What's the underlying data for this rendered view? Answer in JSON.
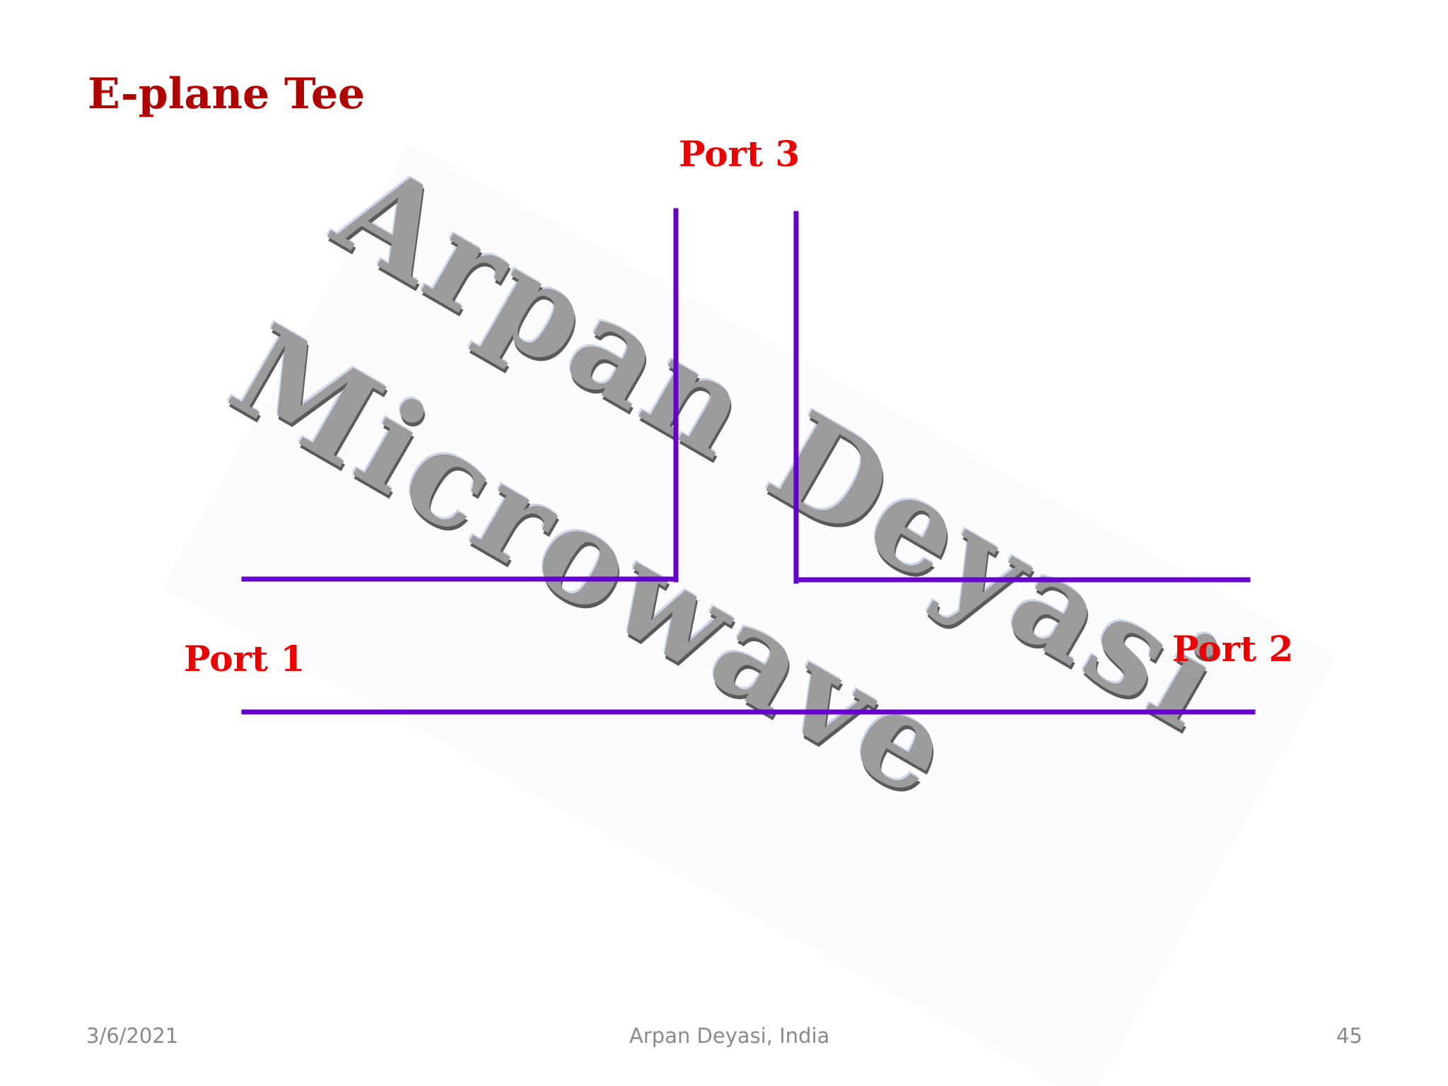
{
  "slide": {
    "title": "E-plane Tee",
    "watermark": {
      "line1": "Arpan Deyasi",
      "line2": "Microwave"
    },
    "diagram": {
      "ports": [
        {
          "label": "Port 3"
        },
        {
          "label": "Port 1"
        },
        {
          "label": "Port 2"
        }
      ],
      "line_color": "#6600cc"
    },
    "footer": {
      "date": "3/6/2021",
      "author": "Arpan Deyasi, India",
      "page_number": "45"
    },
    "colors": {
      "title": "#b00000",
      "port_label": "#ee0000",
      "watermark": "#9c9c9c",
      "footer": "#8a8a8a"
    }
  }
}
